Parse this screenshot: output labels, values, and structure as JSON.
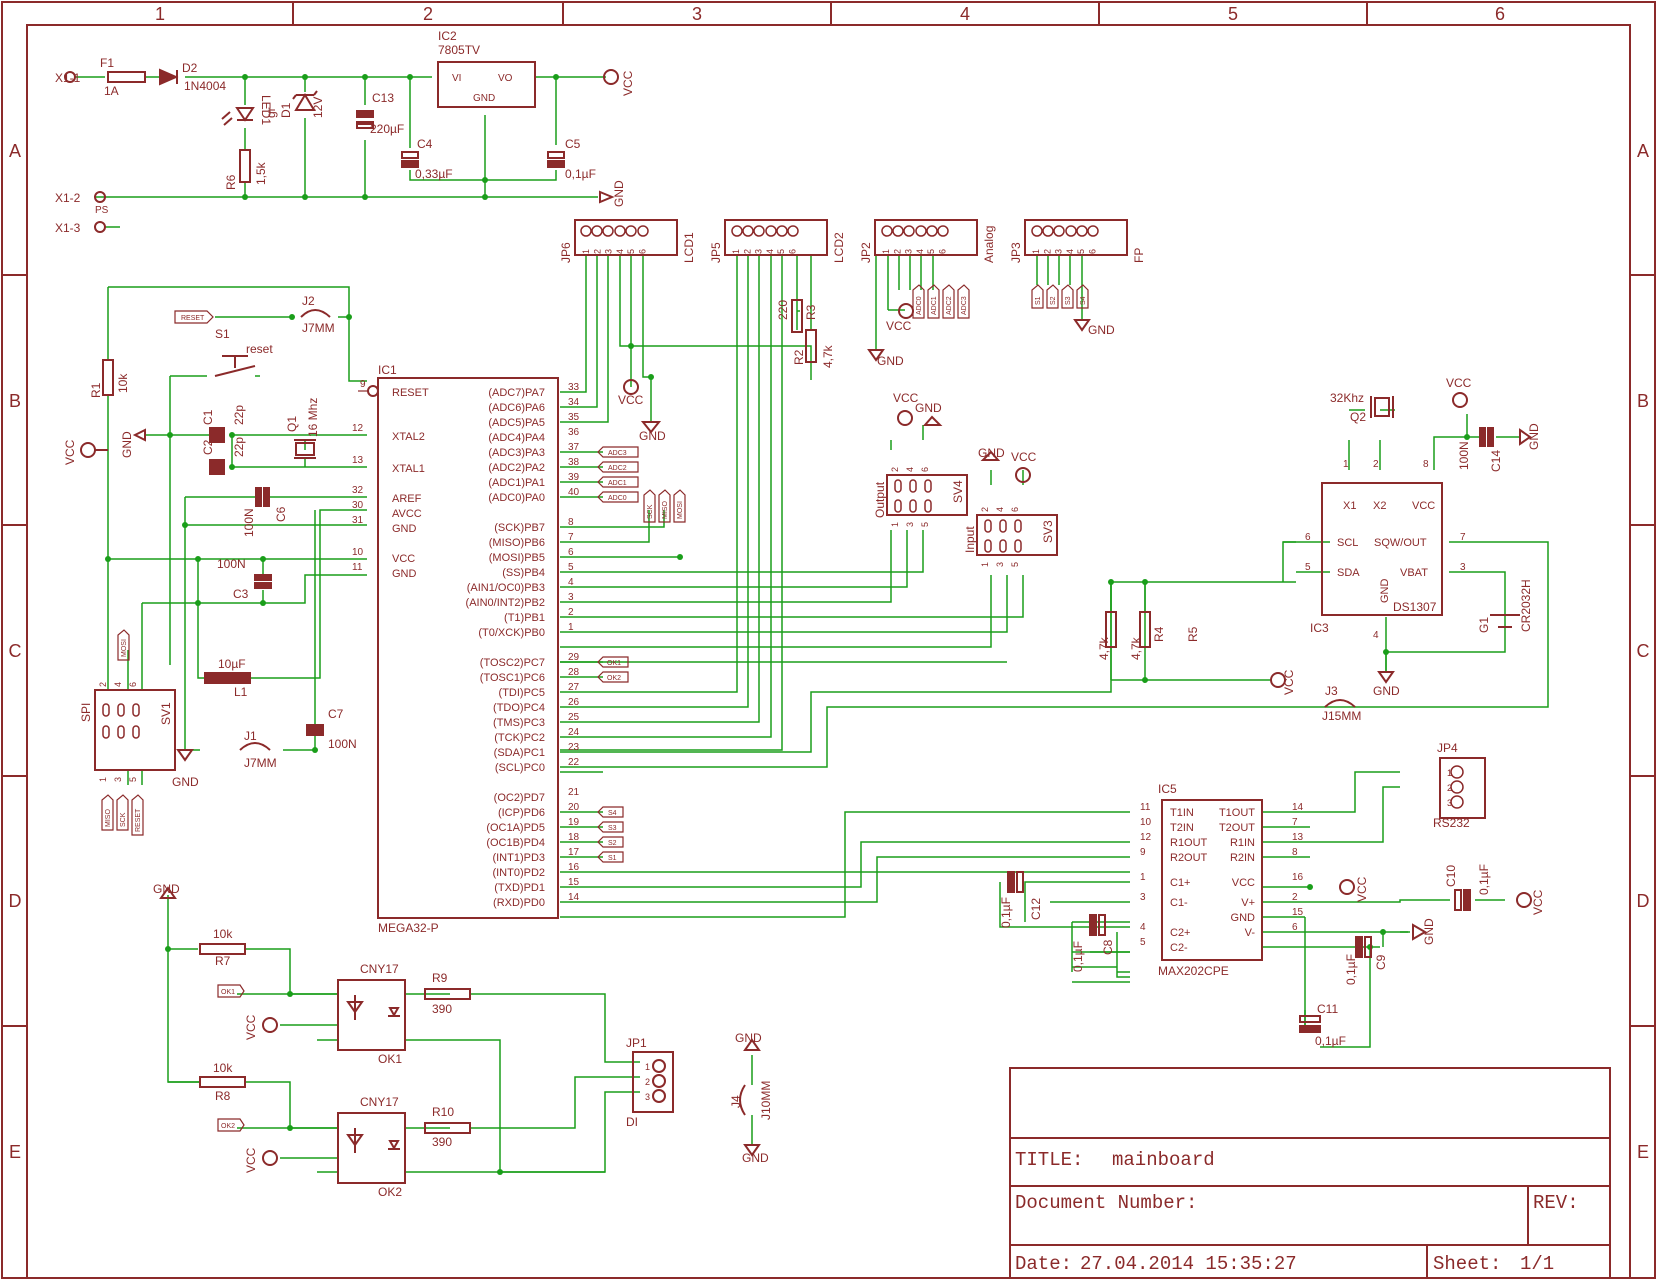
{
  "frame": {
    "columns": [
      "1",
      "2",
      "3",
      "4",
      "5",
      "6"
    ],
    "rows": [
      "A",
      "B",
      "C",
      "D",
      "E"
    ]
  },
  "title_block": {
    "title_label": "TITLE:",
    "title_value": "mainboard",
    "document_number_label": "Document Number:",
    "rev_label": "REV:",
    "date_label": "Date:",
    "date_value": "27.04.2014 15:35:27",
    "sheet_label": "Sheet:",
    "sheet_value": "1/1"
  },
  "colors": {
    "parts": "#8b2a2a",
    "nets": "#1a9e1a",
    "junction": "#1a9e1a"
  },
  "parts": [
    {
      "name": "X1-1"
    },
    {
      "name": "X1-2"
    },
    {
      "name": "X1-3"
    },
    {
      "name": "F1",
      "value": "1A"
    },
    {
      "name": "D2",
      "value": "1N4004"
    },
    {
      "name": "LED1",
      "value": "gr"
    },
    {
      "name": "D1",
      "value": "12V"
    },
    {
      "name": "R6",
      "value": "1,5k"
    },
    {
      "name": "C13",
      "value": "220µF"
    },
    {
      "name": "IC2",
      "value": "7805TV",
      "pins": [
        "VI",
        "VO",
        "GND"
      ]
    },
    {
      "name": "C4",
      "value": "0,33µF"
    },
    {
      "name": "C5",
      "value": "0,1µF"
    },
    {
      "name": "PS"
    },
    {
      "name": "JP6"
    },
    {
      "name": "LCD1"
    },
    {
      "name": "JP5"
    },
    {
      "name": "LCD2"
    },
    {
      "name": "JP2",
      "value": "Analog"
    },
    {
      "name": "JP3",
      "value": "FP"
    },
    {
      "name": "R3",
      "value": "220"
    },
    {
      "name": "R2",
      "value": "4,7k"
    },
    {
      "name": "J2",
      "value": "J7MM"
    },
    {
      "name": "S1",
      "value": "reset"
    },
    {
      "name": "R1",
      "value": "10k"
    },
    {
      "name": "C1",
      "value": "22p"
    },
    {
      "name": "C2",
      "value": "22p"
    },
    {
      "name": "Q1",
      "value": "16 Mhz"
    },
    {
      "name": "C6",
      "value": "100N"
    },
    {
      "name": "C3",
      "value": "100N"
    },
    {
      "name": "L1",
      "value": "10µF"
    },
    {
      "name": "C7",
      "value": "100N"
    },
    {
      "name": "J1",
      "value": "J7MM"
    },
    {
      "name": "SV1",
      "value": "SPI"
    },
    {
      "name": "IC1",
      "value": "MEGA32-P"
    },
    {
      "name": "SV4",
      "value": "Output"
    },
    {
      "name": "SV3",
      "value": "Input"
    },
    {
      "name": "Q2",
      "value": "32Khz"
    },
    {
      "name": "C14",
      "value": "100N"
    },
    {
      "name": "IC3",
      "value": "DS1307"
    },
    {
      "name": "G1",
      "value": "CR2032H"
    },
    {
      "name": "R4",
      "value": "4,7k"
    },
    {
      "name": "R5",
      "value": "4,7k"
    },
    {
      "name": "J3",
      "value": "J15MM"
    },
    {
      "name": "JP4",
      "value": "RS232"
    },
    {
      "name": "IC5",
      "value": "MAX202CPE"
    },
    {
      "name": "C12",
      "value": "0,1µF"
    },
    {
      "name": "C8",
      "value": "0,1µF"
    },
    {
      "name": "C10",
      "value": "0,1µF"
    },
    {
      "name": "C9",
      "value": "0,1µF"
    },
    {
      "name": "C11",
      "value": "0,1µF"
    },
    {
      "name": "R7",
      "value": "10k"
    },
    {
      "name": "R8",
      "value": "10k"
    },
    {
      "name": "R9",
      "value": "390"
    },
    {
      "name": "R10",
      "value": "390"
    },
    {
      "name": "OK1",
      "value": "CNY17"
    },
    {
      "name": "OK2",
      "value": "CNY17"
    },
    {
      "name": "JP1",
      "value": "DI"
    },
    {
      "name": "J4",
      "value": "J10MM"
    }
  ],
  "ic1": {
    "left_pins": [
      {
        "num": "9",
        "name": "RESET"
      },
      {
        "num": "12",
        "name": "XTAL2"
      },
      {
        "num": "13",
        "name": "XTAL1"
      },
      {
        "num": "32",
        "name": "AREF"
      },
      {
        "num": "30",
        "name": "AVCC"
      },
      {
        "num": "31",
        "name": "GND"
      },
      {
        "num": "10",
        "name": "VCC"
      },
      {
        "num": "11",
        "name": "GND"
      }
    ],
    "right_pins": [
      {
        "num": "33",
        "name": "(ADC7)PA7"
      },
      {
        "num": "34",
        "name": "(ADC6)PA6"
      },
      {
        "num": "35",
        "name": "(ADC5)PA5"
      },
      {
        "num": "36",
        "name": "(ADC4)PA4"
      },
      {
        "num": "37",
        "name": "(ADC3)PA3"
      },
      {
        "num": "38",
        "name": "(ADC2)PA2"
      },
      {
        "num": "39",
        "name": "(ADC1)PA1"
      },
      {
        "num": "40",
        "name": "(ADC0)PA0"
      },
      {
        "num": "8",
        "name": "(SCK)PB7"
      },
      {
        "num": "7",
        "name": "(MISO)PB6"
      },
      {
        "num": "6",
        "name": "(MOSI)PB5"
      },
      {
        "num": "5",
        "name": "(SS)PB4"
      },
      {
        "num": "4",
        "name": "(AIN1/OC0)PB3"
      },
      {
        "num": "3",
        "name": "(AIN0/INT2)PB2"
      },
      {
        "num": "2",
        "name": "(T1)PB1"
      },
      {
        "num": "1",
        "name": "(T0/XCK)PB0"
      },
      {
        "num": "29",
        "name": "(TOSC2)PC7"
      },
      {
        "num": "28",
        "name": "(TOSC1)PC6"
      },
      {
        "num": "27",
        "name": "(TDI)PC5"
      },
      {
        "num": "26",
        "name": "(TDO)PC4"
      },
      {
        "num": "25",
        "name": "(TMS)PC3"
      },
      {
        "num": "24",
        "name": "(TCK)PC2"
      },
      {
        "num": "23",
        "name": "(SDA)PC1"
      },
      {
        "num": "22",
        "name": "(SCL)PC0"
      },
      {
        "num": "21",
        "name": "(OC2)PD7"
      },
      {
        "num": "20",
        "name": "(ICP)PD6"
      },
      {
        "num": "19",
        "name": "(OC1A)PD5"
      },
      {
        "num": "18",
        "name": "(OC1B)PD4"
      },
      {
        "num": "17",
        "name": "(INT1)PD3"
      },
      {
        "num": "16",
        "name": "(INT0)PD2"
      },
      {
        "num": "15",
        "name": "(TXD)PD1"
      },
      {
        "num": "14",
        "name": "(RXD)PD0"
      }
    ]
  },
  "ic5": {
    "left_pins": [
      {
        "num": "11",
        "name": "T1IN"
      },
      {
        "num": "10",
        "name": "T2IN"
      },
      {
        "num": "12",
        "name": "R1OUT"
      },
      {
        "num": "9",
        "name": "R2OUT"
      },
      {
        "num": "1",
        "name": "C1+"
      },
      {
        "num": "3",
        "name": "C1-"
      },
      {
        "num": "4",
        "name": "C2+"
      },
      {
        "num": "5",
        "name": "C2-"
      }
    ],
    "right_pins": [
      {
        "num": "14",
        "name": "T1OUT"
      },
      {
        "num": "7",
        "name": "T2OUT"
      },
      {
        "num": "13",
        "name": "R1IN"
      },
      {
        "num": "8",
        "name": "R2IN"
      },
      {
        "num": "16",
        "name": "VCC"
      },
      {
        "num": "2",
        "name": "V+"
      },
      {
        "num": "15",
        "name": "GND"
      },
      {
        "num": "6",
        "name": "V-"
      }
    ]
  },
  "ic3": {
    "pins": [
      {
        "num": "1",
        "name": "X1"
      },
      {
        "num": "2",
        "name": "X2"
      },
      {
        "num": "8",
        "name": "VCC"
      },
      {
        "num": "6",
        "name": "SCL"
      },
      {
        "num": "7",
        "name": "SQW/OUT"
      },
      {
        "num": "5",
        "name": "SDA"
      },
      {
        "num": "3",
        "name": "VBAT"
      },
      {
        "num": "4",
        "name": "GND"
      }
    ]
  },
  "net_labels": {
    "vcc": "VCC",
    "gnd": "GND",
    "reset": "RESET",
    "adc": [
      "ADC3",
      "ADC2",
      "ADC1",
      "ADC0"
    ],
    "spi": [
      "SCK",
      "MISO",
      "MOSI"
    ],
    "sw": [
      "S4",
      "S3",
      "S2",
      "S1"
    ],
    "ok": [
      "OK1",
      "OK2"
    ]
  },
  "header_pins": {
    "six": [
      "1",
      "2",
      "3",
      "4",
      "5",
      "6"
    ],
    "three": [
      "1",
      "2",
      "3"
    ],
    "odd": [
      "1",
      "3",
      "5"
    ],
    "even": [
      "2",
      "4",
      "6"
    ]
  }
}
